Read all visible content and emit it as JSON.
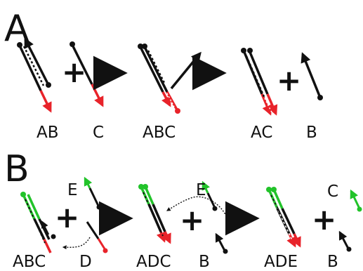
{
  "panel_a": {
    "letter": "A",
    "labels": {
      "ab": "AB",
      "c": "C",
      "abc": "ABC",
      "ac": "AC",
      "b": "B"
    },
    "plus": "+"
  },
  "panel_b": {
    "letter": "B",
    "labels": {
      "abc": "ABC",
      "e1": "E",
      "d": "D",
      "adc": "ADC",
      "e2": "E",
      "b1": "B",
      "ade": "ADE",
      "c": "C",
      "b2": "B"
    },
    "plus": "+"
  },
  "colors": {
    "strand": "#111111",
    "red": "#e8232a",
    "green": "#22c32a"
  }
}
